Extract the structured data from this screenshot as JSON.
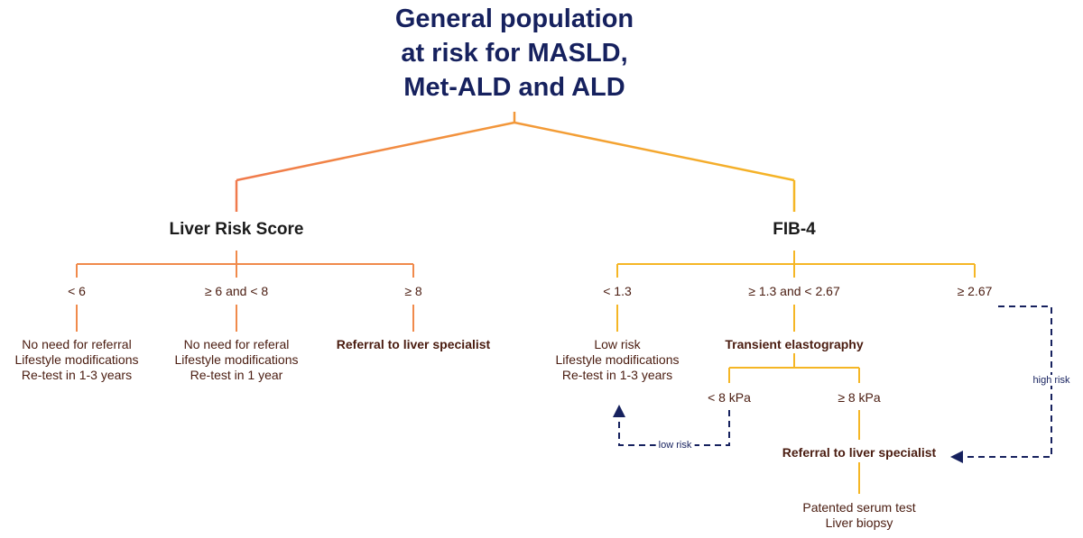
{
  "title": [
    "General population",
    "at risk for MASLD,",
    "Met-ALD and ALD"
  ],
  "left": {
    "heading": "Liver Risk Score",
    "thresholds": [
      "< 6",
      "≥ 6 and < 8",
      "≥ 8"
    ],
    "outcome1": [
      "No need for referral",
      "Lifestyle modifications",
      "Re-test in 1-3 years"
    ],
    "outcome2": [
      "No need for referal",
      "Lifestyle modifications",
      "Re-test in 1 year"
    ],
    "outcome3": "Referral to  liver specialist"
  },
  "right": {
    "heading": "FIB-4",
    "thresholds": [
      "< 1.3",
      "≥ 1.3 and < 2.67",
      "≥ 2.67"
    ],
    "outcome1": [
      "Low risk",
      "Lifestyle modifications",
      "Re-test in 1-3 years"
    ],
    "elastography": "Transient elastography",
    "kpa": [
      "< 8 kPa",
      "≥ 8 kPa"
    ],
    "referral": "Referral to  liver specialist",
    "final": [
      "Patented serum test",
      "Liver biopsy"
    ],
    "low_risk_label": "low risk",
    "high_risk_label": "high risk"
  },
  "colors": {
    "title": "#16215e",
    "text": "#4a1c10",
    "orange": "#f08a4b",
    "yellow": "#f5b625",
    "dashed": "#16215e"
  }
}
